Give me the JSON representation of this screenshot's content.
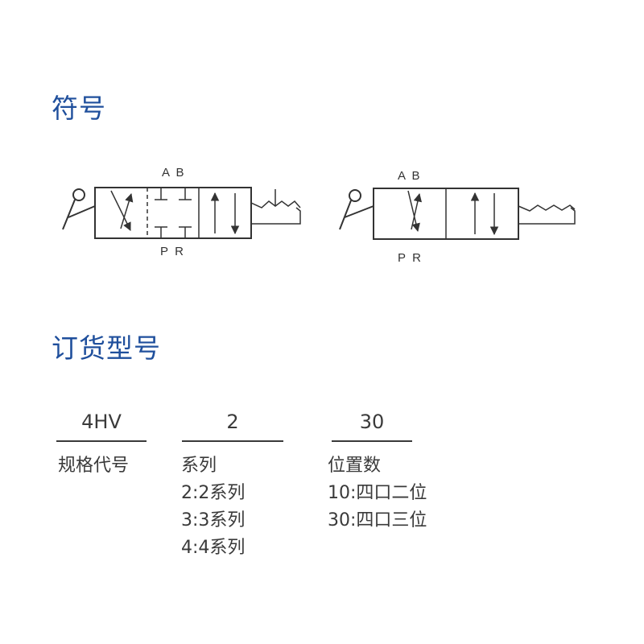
{
  "headings": {
    "symbol": "符号",
    "order": "订货型号"
  },
  "diagram": {
    "valve_left": {
      "port_top": "A  B",
      "port_bottom": "P  R"
    },
    "valve_right": {
      "port_top": "A  B",
      "port_bottom": "P  R"
    }
  },
  "order_code": {
    "columns": [
      {
        "code": "4HV",
        "lines": [
          "规格代号"
        ]
      },
      {
        "code": "2",
        "lines": [
          "系列",
          "2:2系列",
          "3:3系列",
          "4:4系列"
        ]
      },
      {
        "code": "30",
        "lines": [
          "位置数",
          "10:四口二位",
          "30:四口三位"
        ]
      }
    ]
  },
  "colors": {
    "heading": "#1f4f9c",
    "text": "#3a3a3a",
    "line": "#333333"
  }
}
